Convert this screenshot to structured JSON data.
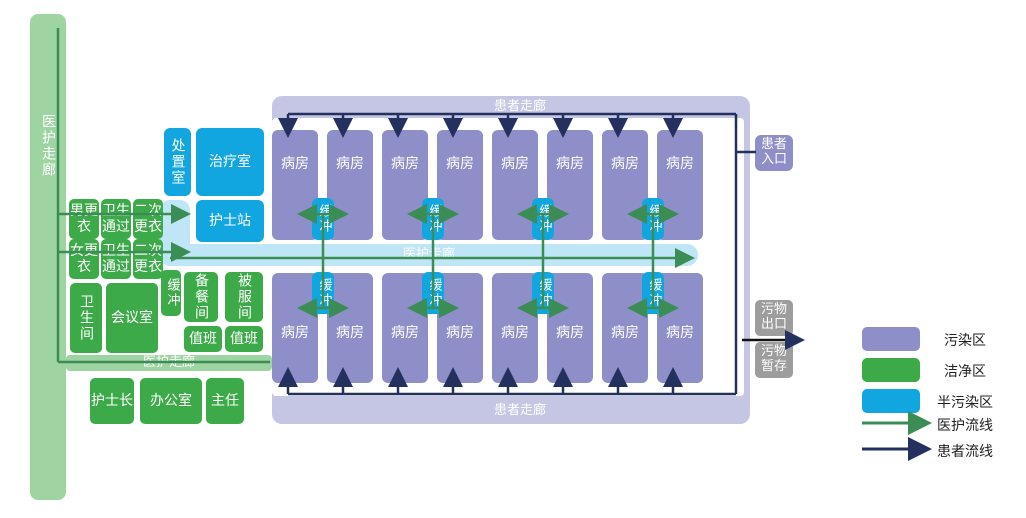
{
  "labels": {
    "medical_corridor_vertical": "医护走廊",
    "medical_corridor_bottom": "医护走廊",
    "medical_corridor_center": "医护走廊",
    "patient_corridor_top": "患者走廊",
    "patient_corridor_bottom": "患者走廊",
    "treatment_room": "治疗室",
    "disposal_room": "处置室",
    "nurse_station": "护士站",
    "male_changing": "男更衣",
    "female_changing": "女更衣",
    "sanitary_pass": "卫生通过",
    "second_changing": "二次更衣",
    "toilet": "卫生间",
    "meeting_room": "会议室",
    "buffer": "缓冲",
    "pantry": "备餐间",
    "bedding_room": "被服间",
    "duty_room": "值班",
    "head_nurse": "护士长",
    "office": "办公室",
    "director": "主任",
    "patient_entrance": "患者入口",
    "waste_exit": "污物出口",
    "waste_storage": "污物暂存"
  },
  "ward_label": "病房",
  "legend": [
    {
      "label": "污染区",
      "kind": "box",
      "color": "#8e8fc8"
    },
    {
      "label": "洁净区",
      "kind": "box",
      "color": "#3daa4a"
    },
    {
      "label": "半污染区",
      "kind": "box",
      "color": "#11a6df"
    },
    {
      "label": "医护流线",
      "kind": "arrow",
      "color": "#3c8c56"
    },
    {
      "label": "患者流线",
      "kind": "arrow",
      "color": "#24305e"
    }
  ],
  "colors": {
    "contaminated": "#8e8fc8",
    "clean": "#3daa4a",
    "semi_contaminated": "#11a6df",
    "staff_flow": "#3c8c56",
    "patient_flow": "#24305e"
  }
}
